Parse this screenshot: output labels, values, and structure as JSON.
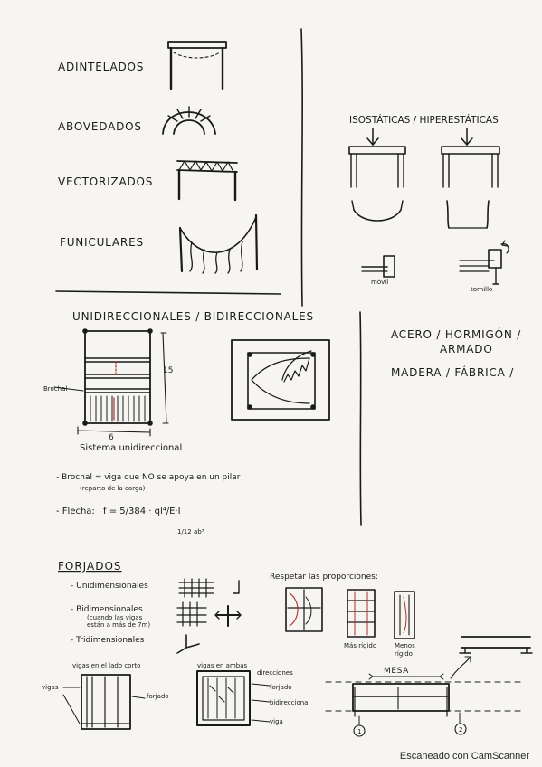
{
  "left_types": {
    "adintelados": "ADINTELADOS",
    "abovedados": "ABOVEDADOS",
    "vectorizados": "VECTORIZADOS",
    "funiculares": "FUNICULARES"
  },
  "right_top": {
    "title": "ISOSTÁTICAS / HIPERESTÁTICAS",
    "left_caption": "móvil",
    "right_caption": "tornillo"
  },
  "materials": {
    "line1": "ACERO / HORMIGÓN /",
    "line2": "ARMADO",
    "line3": "MADERA / FÁBRICA /"
  },
  "directional": {
    "title": "UNIDIRECCIONALES / BIDIRECCIONALES",
    "brochal_label": "Brochal",
    "dim_side": "15",
    "dim_bottom": "6",
    "caption": "Sistema unidireccional"
  },
  "notes": {
    "brochal_line1": "- Brochal = viga que NO se apoya en un pilar",
    "brochal_line2": "(reparto de la carga)",
    "flecha_label": "- Flecha:",
    "formula_main": "f = 5/384 · ql⁴/E·I",
    "formula_sub": "1/12 ab³"
  },
  "forjados": {
    "title": "FORJADOS",
    "uni": "- Unidimensionales",
    "bi": "- Bidimensionales",
    "bi_note1": "(cuando las vigas",
    "bi_note2": "están a más de 7m)",
    "tri": "- Tridimensionales",
    "proporciones": "Respetar las proporciones:",
    "mas_rigido": "Más rígido",
    "menos_rigido_1": "Menos",
    "menos_rigido_2": "rígido",
    "vigas_corto": "vigas en el lado corto",
    "vigas_ambas_1": "vigas en ambas",
    "vigas_ambas_2": "direcciones",
    "vigas": "vigas",
    "forjado": "forjado",
    "forjado_2": "forjado",
    "forjado_2b": "bidireccional",
    "viga": "viga",
    "mesa": "MESA",
    "n1": "1",
    "n2": "2"
  },
  "footer": "Escaneado con CamScanner"
}
